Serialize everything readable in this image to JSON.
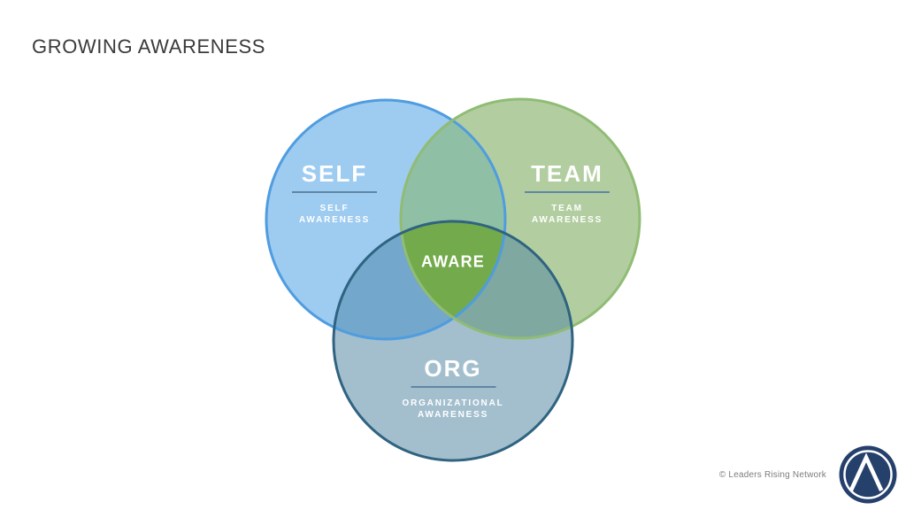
{
  "slide": {
    "title": "GROWING AWARENESS",
    "title_color": "#3A3A3C",
    "background": "#FFFFFF"
  },
  "venn": {
    "circles": [
      {
        "id": "self",
        "label": "SELF",
        "sublabel_line1": "SELF",
        "sublabel_line2": "AWARENESS",
        "fill": "#9ECBF0",
        "stroke": "#4F9CE0"
      },
      {
        "id": "team",
        "label": "TEAM",
        "sublabel_line1": "TEAM",
        "sublabel_line2": "AWARENESS",
        "fill": "#B2CEA1",
        "stroke": "#90BC74"
      },
      {
        "id": "org",
        "label": "ORG",
        "sublabel_line1": "ORGANIZATIONAL",
        "sublabel_line2": "AWARENESS",
        "fill": "#A3BFCE",
        "stroke": "#2F6380"
      }
    ],
    "overlaps": {
      "self_team": "#8FBFA4",
      "self_org": "#73A7CB",
      "team_org": "#7FA9A0",
      "center": "#73AA4B"
    },
    "center_label": "AWARE",
    "label_color": "#FFFFFF",
    "underline_color": "#5E87A6"
  },
  "footer": {
    "copyright": "© Leaders Rising Network",
    "copyright_color": "#7C7D7F",
    "logo": {
      "name": "leaders-rising-network-logo",
      "mark_icon": "mountain-chevron-icon",
      "bg": "#26406C",
      "mark": "#FFFFFF"
    }
  }
}
